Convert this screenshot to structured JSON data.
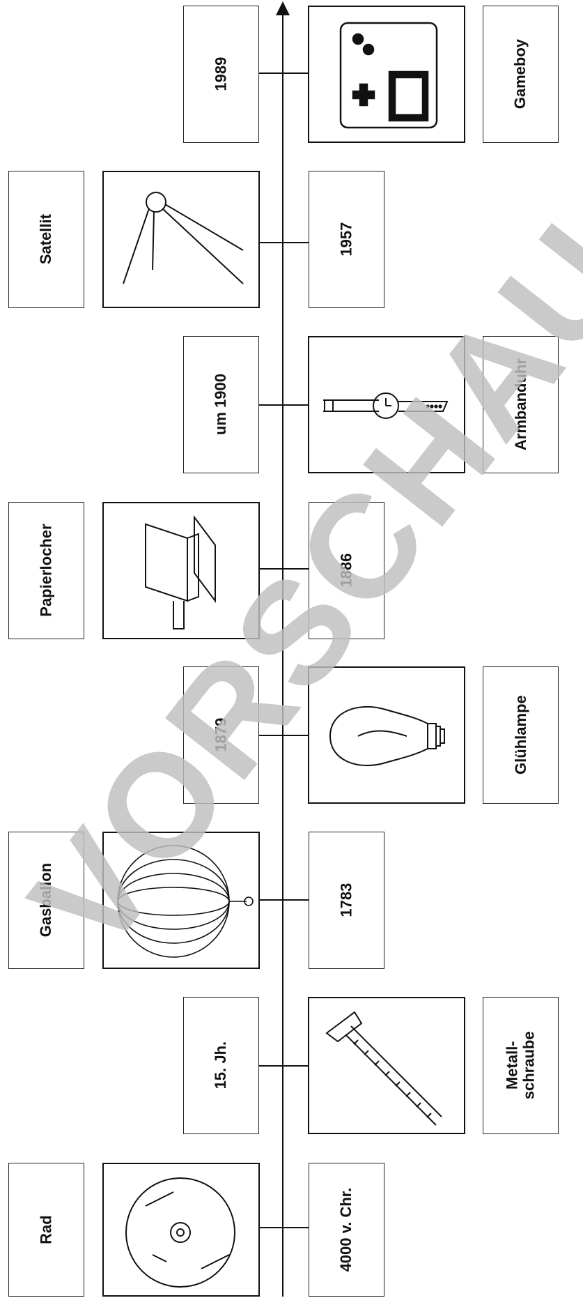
{
  "watermark": "VORSCHAU",
  "inventions": [
    {
      "name": "Gameboy",
      "year": "1989",
      "icon": "gameboy-icon"
    },
    {
      "name": "Satellit",
      "year": "1957",
      "icon": "satellite-icon"
    },
    {
      "name": "Armbanduhr",
      "year": "um 1900",
      "icon": "wristwatch-icon"
    },
    {
      "name": "Papierlocher",
      "year": "1886",
      "icon": "hole-punch-icon"
    },
    {
      "name": "Glühlampe",
      "year": "1879",
      "icon": "light-bulb-icon"
    },
    {
      "name": "Gasballon",
      "year": "1783",
      "icon": "gas-balloon-icon"
    },
    {
      "name": "Metall-\nschraube",
      "year": "15. Jh.",
      "icon": "screw-icon"
    },
    {
      "name": "Rad",
      "year": "4000 v. Chr.",
      "icon": "wheel-icon"
    }
  ]
}
